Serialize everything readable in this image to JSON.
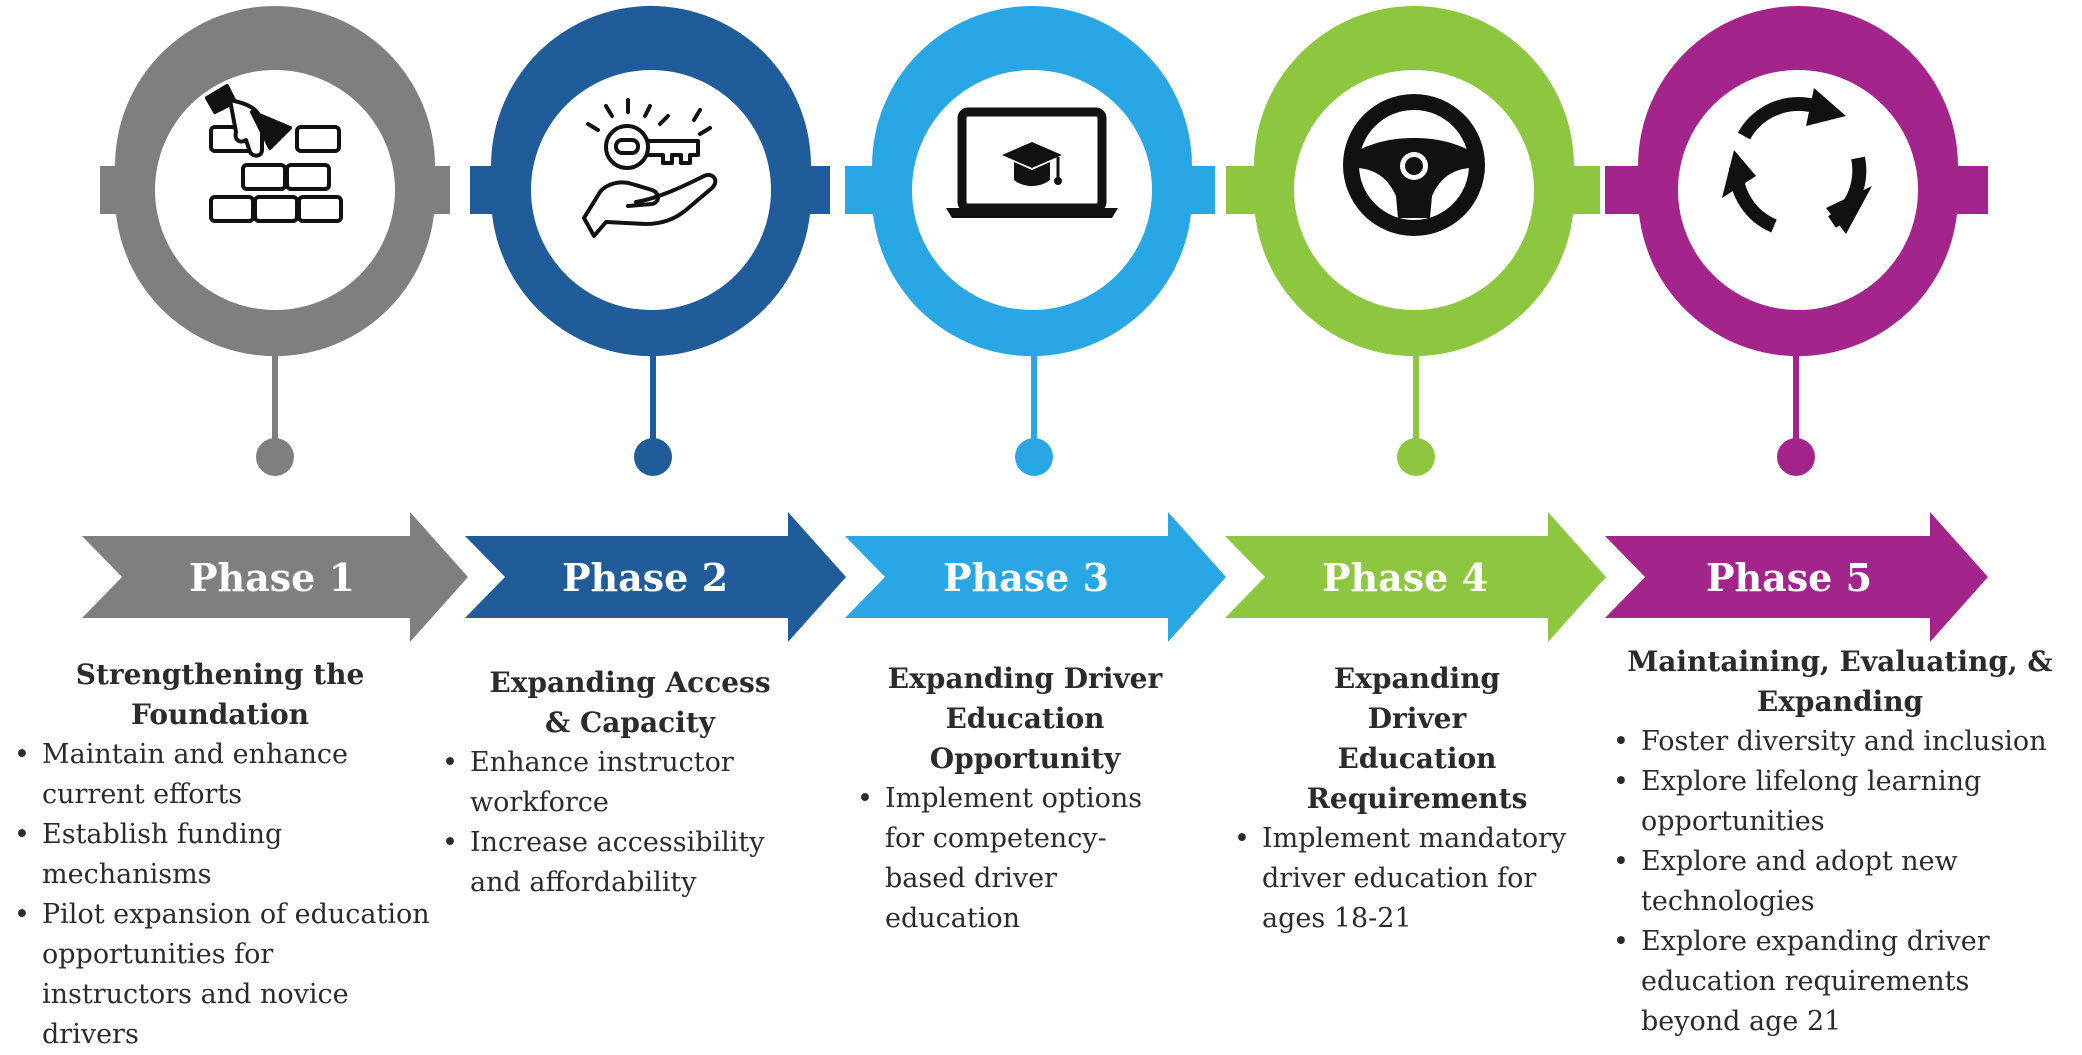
{
  "colors": {
    "phase1": "#7f7f7f",
    "phase2": "#1f5c99",
    "phase3": "#29a6e4",
    "phase4": "#8dc63f",
    "phase5": "#a3258c"
  },
  "phases": [
    {
      "label": "Phase 1",
      "icon": "brick-wall-icon",
      "title": "Strengthening the Foundation",
      "bullets": [
        "Maintain and enhance current efforts",
        "Establish funding mechanisms",
        "Pilot expansion of education opportunities for instructors and novice drivers"
      ]
    },
    {
      "label": "Phase 2",
      "icon": "key-in-hand-icon",
      "title": "Expanding Access & Capacity",
      "bullets": [
        "Enhance instructor workforce",
        "Increase accessibility and affordability"
      ]
    },
    {
      "label": "Phase 3",
      "icon": "laptop-graduation-cap-icon",
      "title": "Expanding Driver Education Opportunity",
      "bullets": [
        "Implement options for competency-based driver education"
      ]
    },
    {
      "label": "Phase 4",
      "icon": "steering-wheel-icon",
      "title": "Expanding Driver Education Requirements",
      "bullets": [
        "Implement mandatory driver education for ages 18-21"
      ]
    },
    {
      "label": "Phase 5",
      "icon": "cycle-arrows-icon",
      "title": "Maintaining, Evaluating, & Expanding",
      "bullets": [
        "Foster diversity and inclusion",
        "Explore lifelong learning opportunities",
        "Explore and adopt new technologies",
        "Explore expanding driver education requirements beyond age 21"
      ]
    }
  ]
}
